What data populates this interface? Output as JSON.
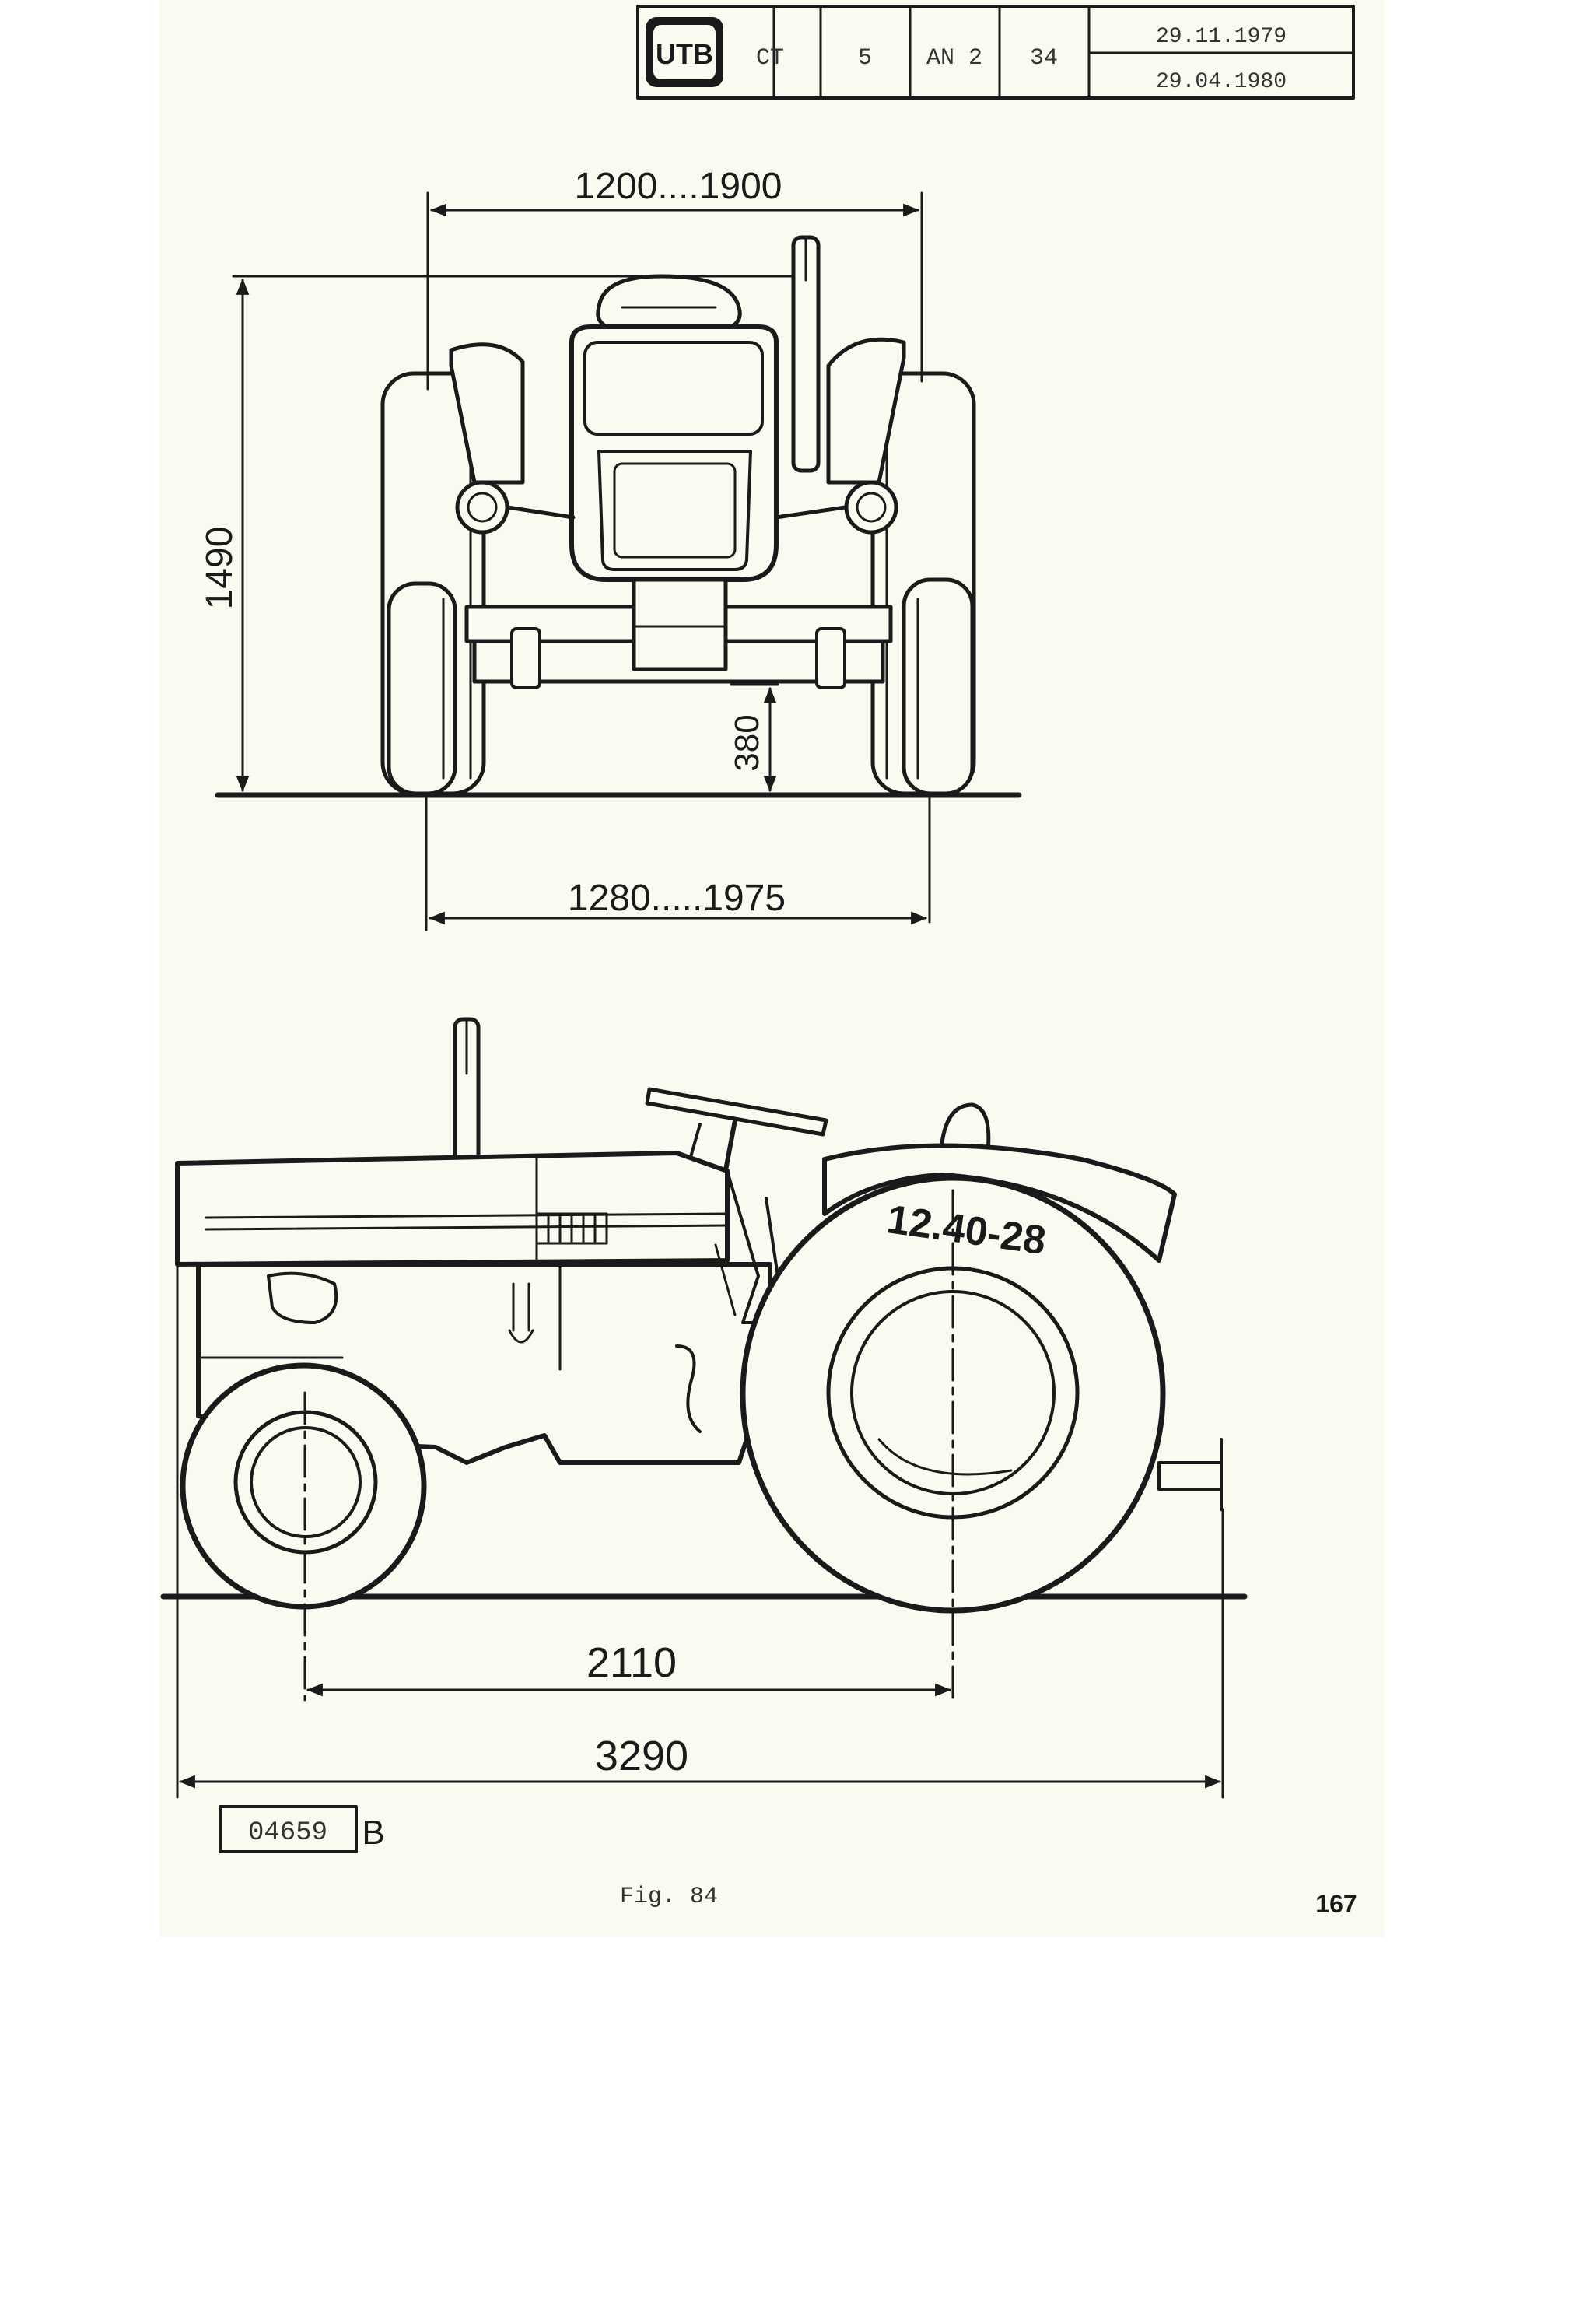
{
  "title_block": {
    "logo": "UTB",
    "code": "CT",
    "section": "5",
    "ref": "AN 2",
    "number": "34",
    "date_1": "29.11.1979",
    "date_2": "29.04.1980"
  },
  "front_view": {
    "track_upper": "1200....1900",
    "height": "1490",
    "ground_clearance": "380",
    "track_lower": "1280.....1975"
  },
  "side_view": {
    "tyre_size": "12.40-28",
    "wheelbase": "2110",
    "overall_length": "3290"
  },
  "drawing_number": "04659",
  "drawing_suffix": "B",
  "figure_caption": "Fig. 84",
  "page_number": "167"
}
